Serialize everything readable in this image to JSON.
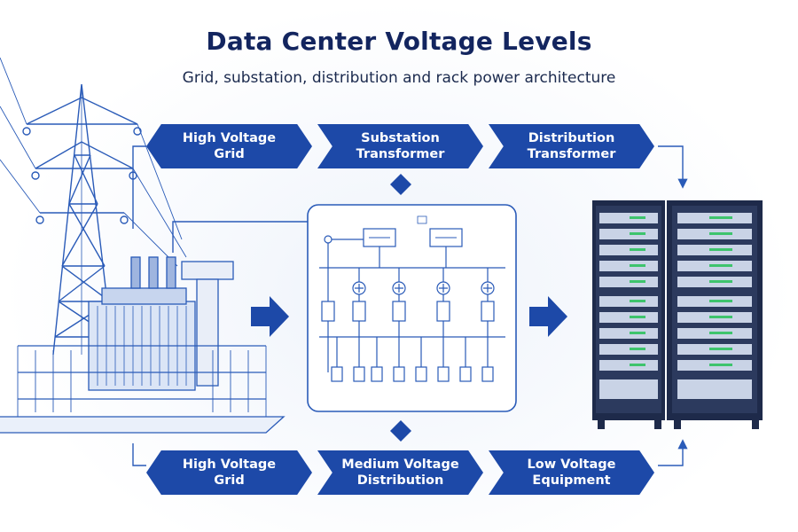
{
  "header": {
    "title": "Data Center Voltage Levels",
    "subtitle": "Grid, substation, distribution and rack power architecture"
  },
  "top_flow": [
    {
      "label": "High Voltage\nGrid"
    },
    {
      "label": "Substation\nTransformer"
    },
    {
      "label": "Distribution\nTransformer"
    }
  ],
  "bottom_flow": [
    {
      "label": "High Voltage\nGrid"
    },
    {
      "label": "Medium Voltage\nDistribution"
    },
    {
      "label": "Low Voltage\nEquipment"
    }
  ],
  "colors": {
    "primary": "#1d49a8",
    "line": "#2a5bb8",
    "rack": "#1e2a4a",
    "title": "#13255f"
  }
}
